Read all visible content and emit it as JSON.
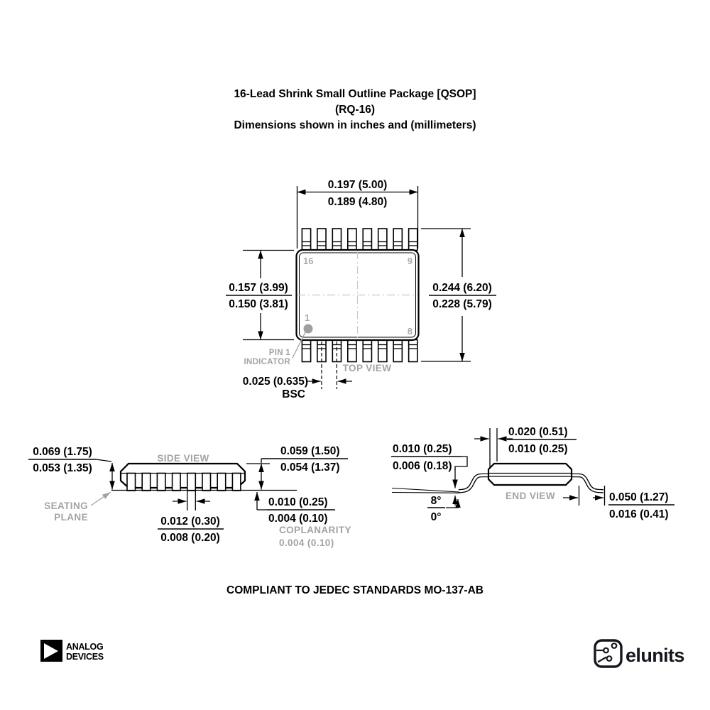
{
  "title": {
    "line1": "16-Lead Shrink Small Outline Package [QSOP]",
    "line2": "(RQ-16)",
    "line3": "Dimensions shown in inches and (millimeters)"
  },
  "colors": {
    "ink": "#000000",
    "gray_label": "#a3a3a3",
    "centerline": "#c9c9c9",
    "brand_dark": "#15171c"
  },
  "top_view": {
    "label": "TOP VIEW",
    "pin_numbers": {
      "top_left": "16",
      "top_right": "9",
      "bottom_left": "1",
      "bottom_right": "8"
    },
    "pin1_indicator": {
      "line1": "PIN 1",
      "line2": "INDICATOR"
    },
    "dims": {
      "body_width": {
        "max": "0.197 (5.00)",
        "min": "0.189 (4.80)"
      },
      "body_length": {
        "max": "0.157 (3.99)",
        "min": "0.150 (3.81)"
      },
      "overall_width": {
        "max": "0.244 (6.20)",
        "min": "0.228 (5.79)"
      },
      "pitch": {
        "value": "0.025 (0.635)",
        "qualifier": "BSC"
      }
    }
  },
  "side_view": {
    "label": "SIDE VIEW",
    "seating_plane": {
      "line1": "SEATING",
      "line2": "PLANE"
    },
    "dims": {
      "overall_height": {
        "max": "0.069 (1.75)",
        "min": "0.053 (1.35)"
      },
      "body_height": {
        "max": "0.059 (1.50)",
        "min": "0.054 (1.37)"
      },
      "standoff": {
        "max": "0.010 (0.25)",
        "min": "0.004 (0.10)"
      },
      "lead_width": {
        "max": "0.012 (0.30)",
        "min": "0.008 (0.20)"
      },
      "coplanarity": {
        "label": "COPLANARITY",
        "value": "0.004 (0.10)"
      }
    }
  },
  "end_view": {
    "label": "END VIEW",
    "dims": {
      "lead_thickness": {
        "max": "0.020 (0.51)",
        "min": "0.010 (0.25)"
      },
      "foot_thickness": {
        "max": "0.010 (0.25)",
        "min": "0.006 (0.18)"
      },
      "foot_angle": {
        "max": "8°",
        "min": "0°"
      },
      "foot_length": {
        "max": "0.050 (1.27)",
        "min": "0.016 (0.41)"
      }
    }
  },
  "footer": {
    "compliance": "COMPLIANT TO JEDEC STANDARDS MO-137-AB"
  },
  "branding": {
    "adi": {
      "line1": "ANALOG",
      "line2": "DEVICES"
    },
    "elunits": {
      "wordmark": "elunits"
    }
  }
}
